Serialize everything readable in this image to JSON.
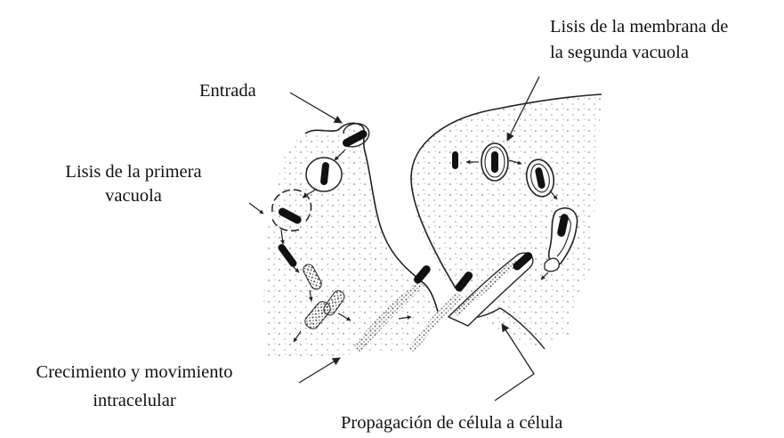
{
  "labels": {
    "entry": "Entrada",
    "first_vacuole": [
      "Lisis de la primera",
      "vacuola"
    ],
    "second_vacuole": [
      "Lisis de la membrana de",
      "la segunda vacuola"
    ],
    "growth": [
      "Crecimiento y movimiento",
      "intracelular"
    ],
    "spread": "Propagación de célula a célula"
  },
  "colors": {
    "ink": "#111111",
    "stipple": "#8a8a8a"
  }
}
